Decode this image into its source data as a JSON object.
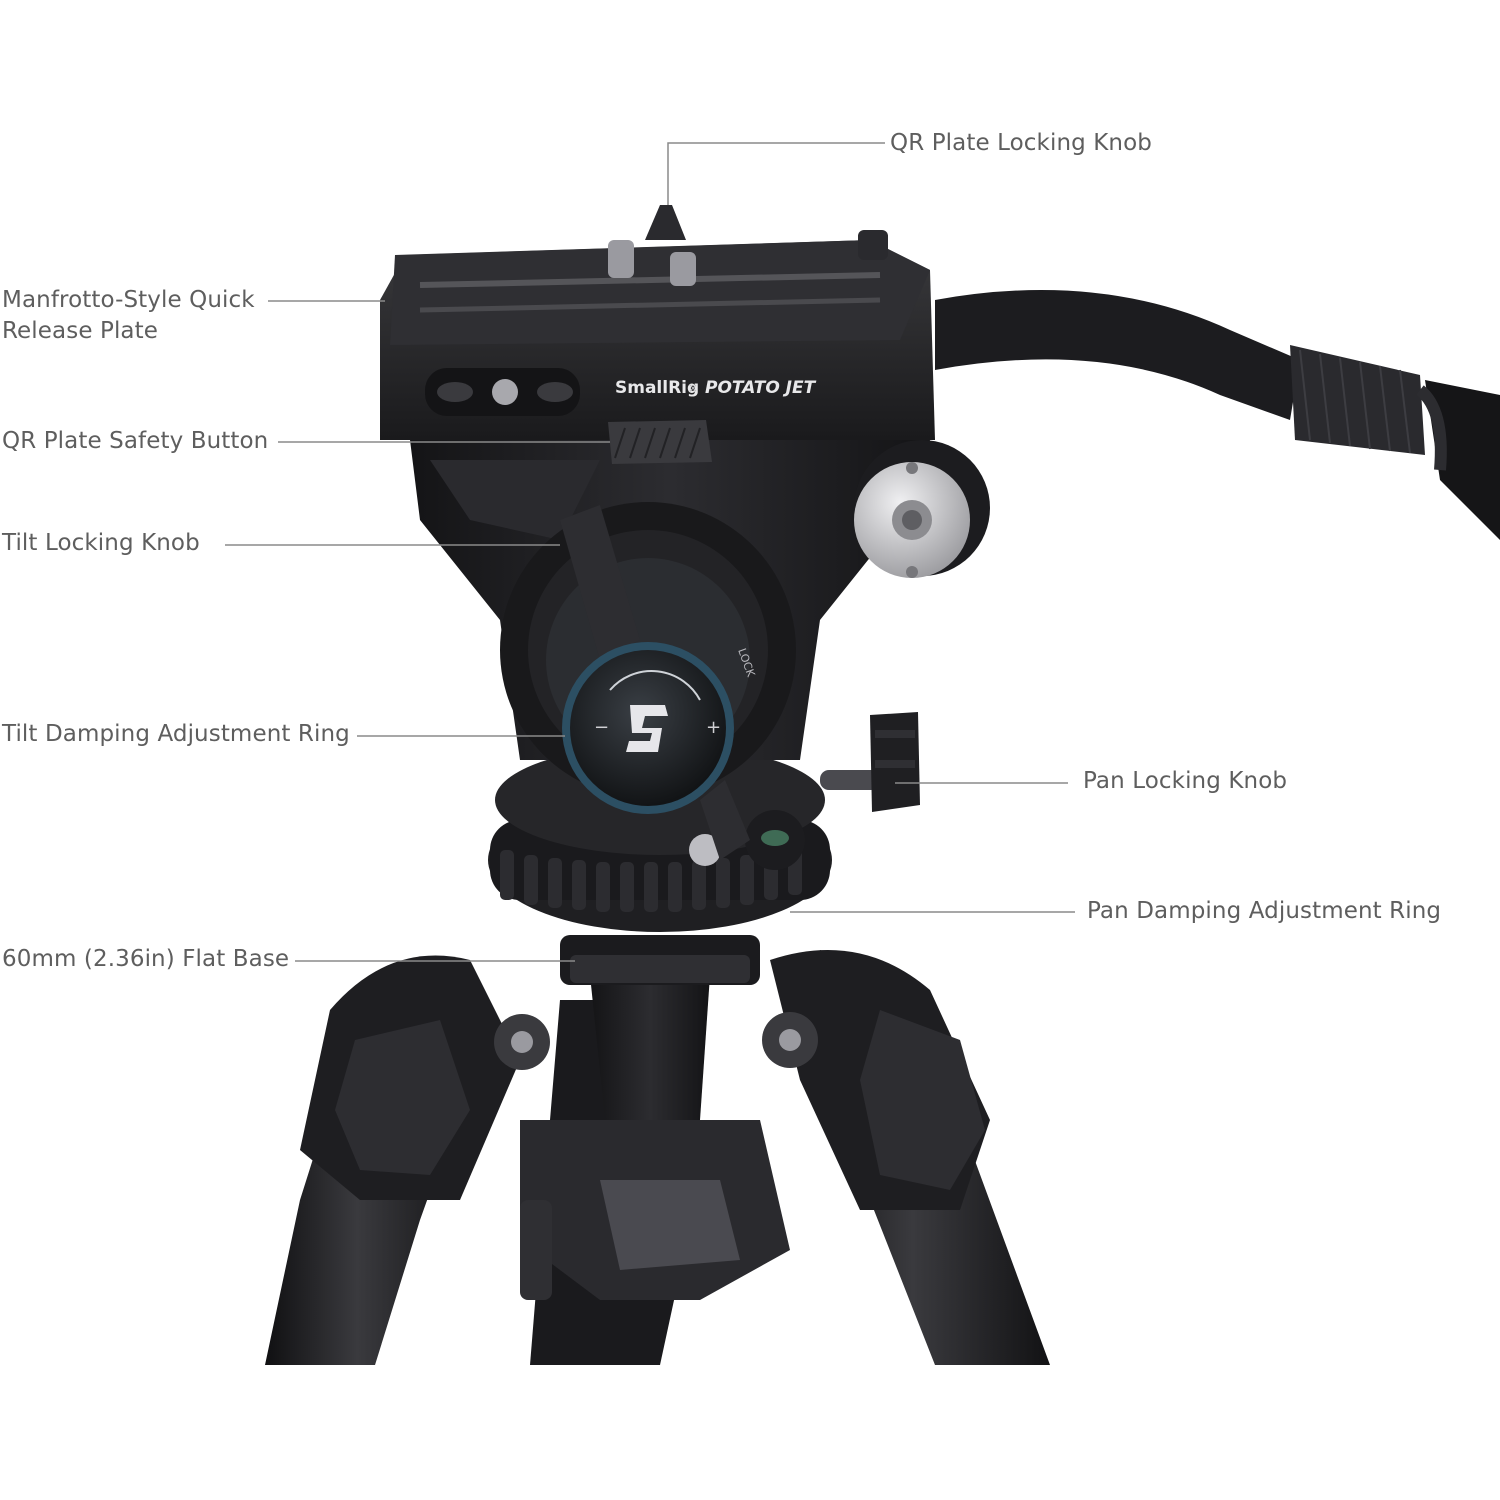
{
  "brand": {
    "smallrig": "SmallRig",
    "separator": "×",
    "potato_jet": "POTATO JET",
    "dial_lock": "LOCK",
    "dial_minus": "−",
    "dial_plus": "+"
  },
  "callouts": {
    "qr_plate_locking_knob": "QR Plate Locking Knob",
    "manfrotto_plate_line1": "Manfrotto-Style Quick",
    "manfrotto_plate_line2": "Release Plate",
    "qr_plate_safety_button": "QR Plate Safety Button",
    "tilt_locking_knob": "Tilt Locking Knob",
    "tilt_damping_ring": "Tilt Damping Adjustment Ring",
    "pan_locking_knob": "Pan Locking Knob",
    "pan_damping_ring": "Pan Damping Adjustment Ring",
    "flat_base": "60mm (2.36in) Flat Base"
  },
  "colors": {
    "label_text": "#5e5e5e",
    "leader_line": "#8a8a8a",
    "body_dark": "#1c1c1e",
    "body_mid": "#2e2e31",
    "metal_silver": "#c9c9cc",
    "background": "#ffffff"
  }
}
